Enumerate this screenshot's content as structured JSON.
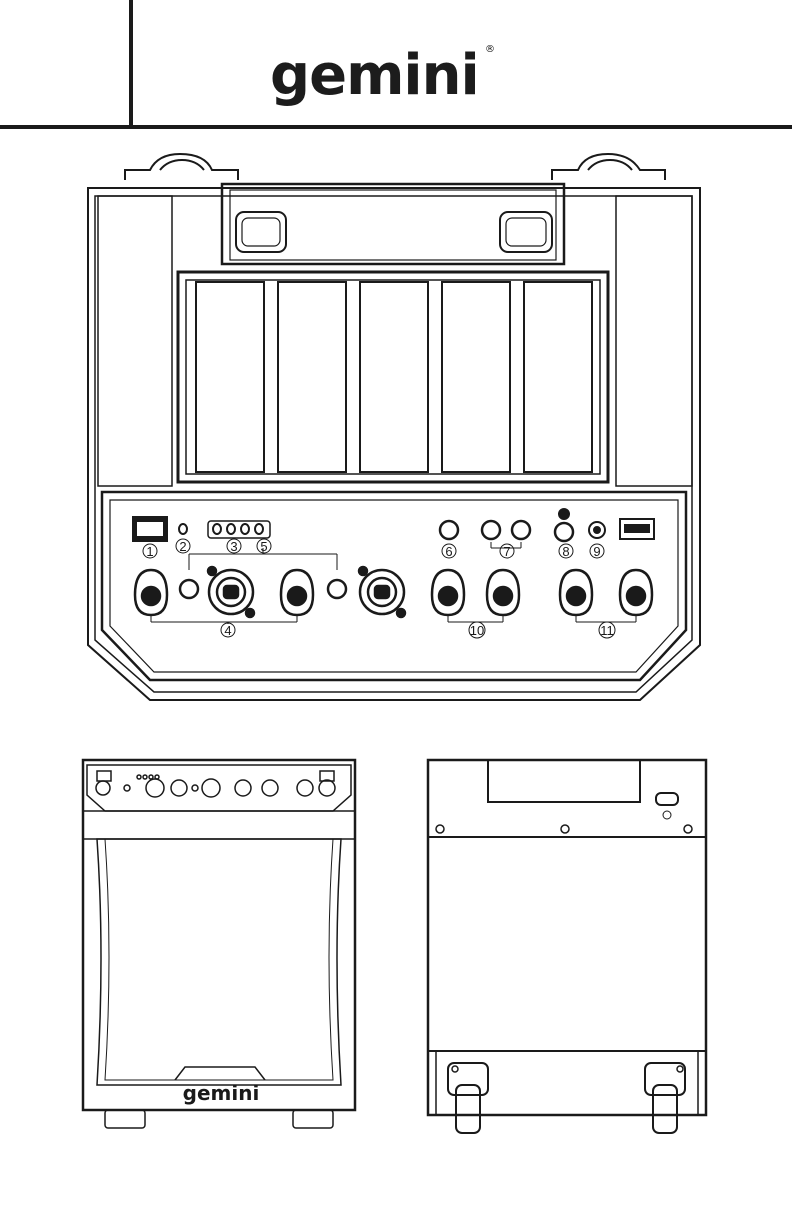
{
  "brand": {
    "name": "gemini",
    "registered_mark": "®"
  },
  "top_view": {
    "callouts": [
      "1",
      "2",
      "3",
      "5",
      "4",
      "6",
      "7",
      "8",
      "9",
      "10",
      "11"
    ]
  },
  "front_view": {
    "logo": "gemini"
  },
  "colors": {
    "line": "#1a1a1a",
    "paper": "#ffffff"
  },
  "icons": [
    "xlr-combo-jack-icon",
    "knob-icon",
    "led-indicator-icon",
    "power-switch-icon",
    "wheel-icon",
    "screw-icon",
    "power-inlet-icon"
  ]
}
